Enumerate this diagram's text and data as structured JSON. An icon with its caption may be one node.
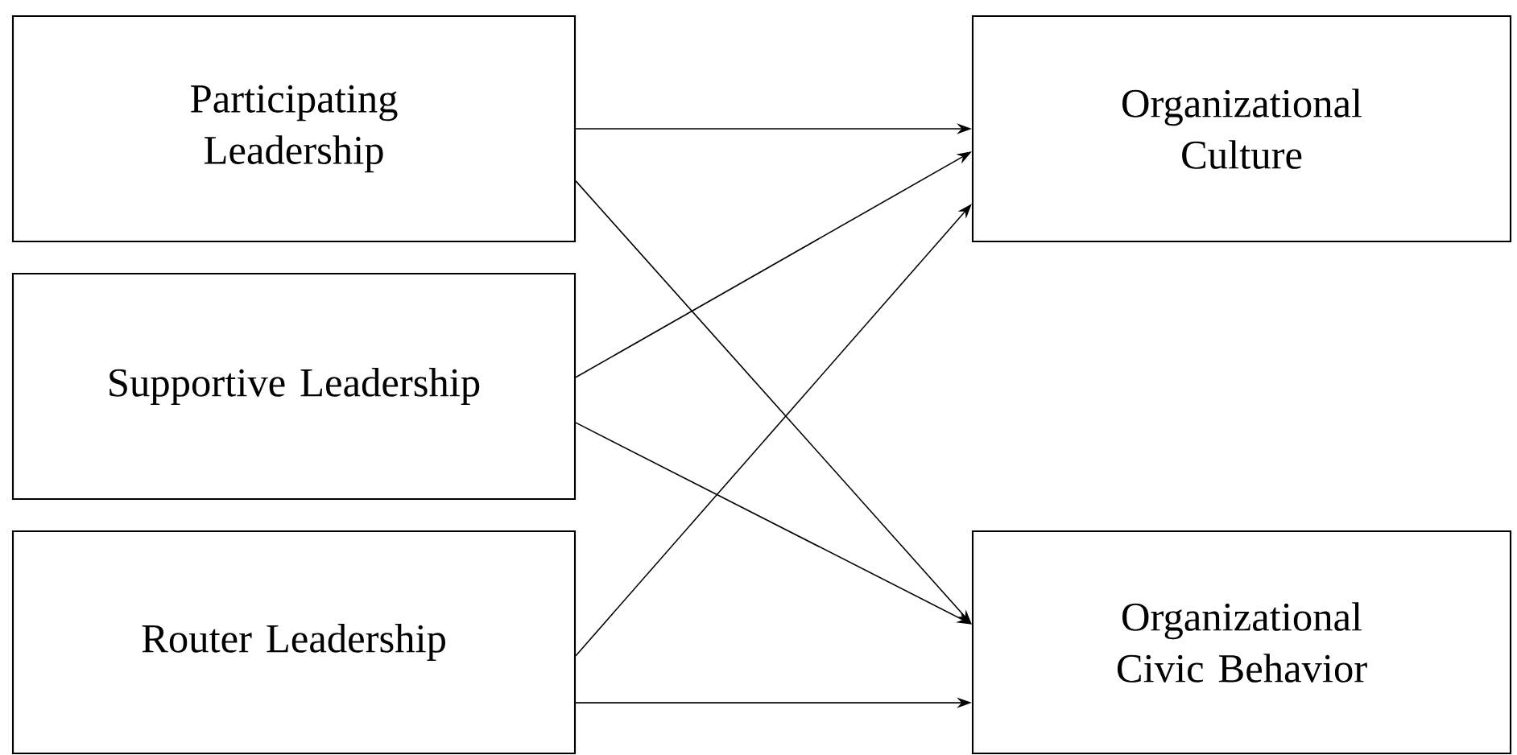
{
  "diagram": {
    "nodes": [
      {
        "text": [
          "Participating Leadership"
        ]
      },
      {
        "text": [
          "Supportive Leadership"
        ]
      },
      {
        "text": [
          "Router Leadership"
        ]
      },
      {
        "text": [
          "Organizational Culture"
        ]
      },
      {
        "text": [
          "Organizational Civic Behavior"
        ]
      }
    ],
    "edges": [
      {
        "from": 0,
        "to": 3,
        "arrow": "to"
      },
      {
        "from": 0,
        "to": 4,
        "arrow": "to"
      },
      {
        "from": 1,
        "to": 3,
        "arrow": "to"
      },
      {
        "from": 1,
        "to": 4,
        "arrow": "to"
      },
      {
        "from": 2,
        "to": 3,
        "arrow": "to"
      },
      {
        "from": 2,
        "to": 4,
        "arrow": "to"
      }
    ]
  }
}
